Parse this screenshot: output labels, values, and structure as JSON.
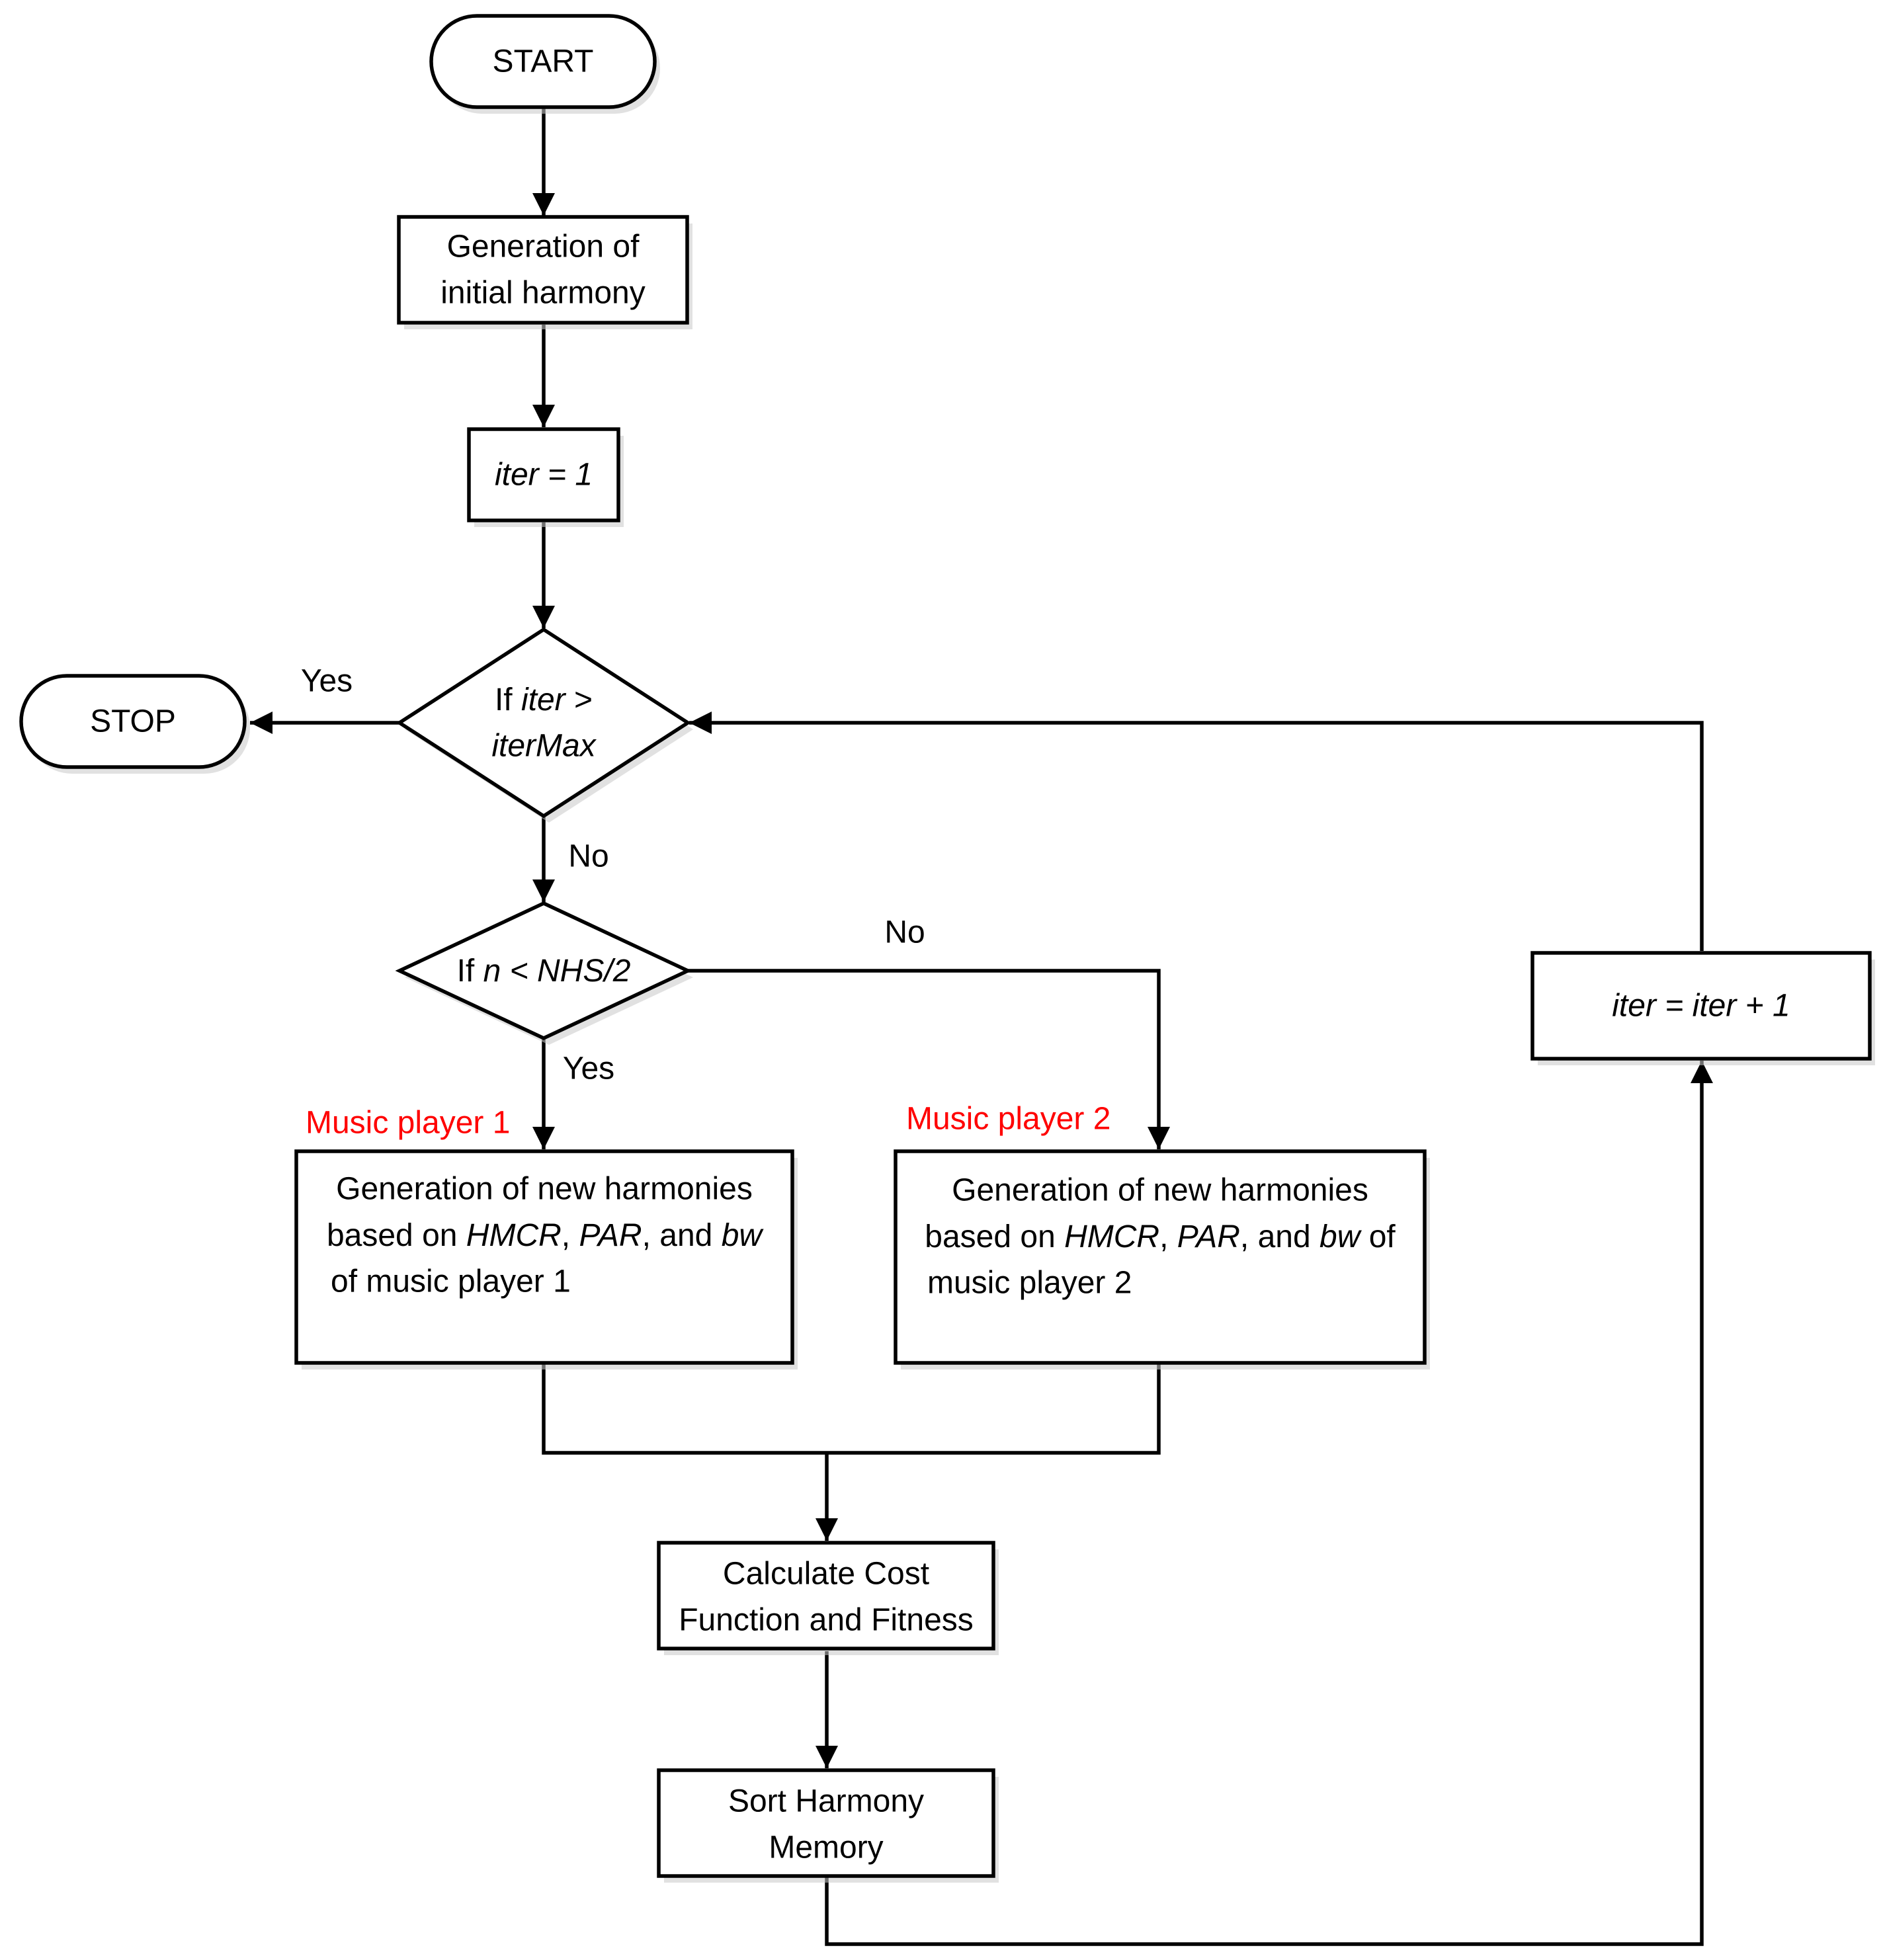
{
  "nodes": {
    "start": {
      "text": "START"
    },
    "init": {
      "line1": "Generation of",
      "line2": "initial harmony"
    },
    "iter_init": {
      "text": "iter = 1"
    },
    "cond_iter": {
      "if": "If ",
      "var": "iter",
      "gt": " >",
      "max": "iterMax"
    },
    "stop": {
      "text": "STOP"
    },
    "cond_n": {
      "if": "If ",
      "n": "n",
      "rest": " < NHS/2"
    },
    "gen1": {
      "line1": "Generation of new harmonies",
      "line2_a": "based on ",
      "hmcr": "HMCR",
      "comma1": ", ",
      "par": "PAR",
      "and": ", and ",
      "bw": "bw",
      "line3": "of music player 1"
    },
    "gen2": {
      "line1": "Generation of new harmonies",
      "line2_a": "based on ",
      "hmcr": "HMCR",
      "comma1": ", ",
      "par": "PAR",
      "and": ", and ",
      "bw": "bw",
      "of": " of",
      "line3": "music player 2"
    },
    "cost": {
      "line1": "Calculate Cost",
      "line2": "Function and Fitness"
    },
    "sort": {
      "line1": "Sort Harmony",
      "line2": "Memory"
    },
    "iter_inc": {
      "text": "iter = iter + 1"
    }
  },
  "edge_labels": {
    "yes_stop": "Yes",
    "no_down": "No",
    "no_right": "No",
    "yes_down": "Yes"
  },
  "annotations": {
    "player1": "Music player 1",
    "player2": "Music player 2"
  },
  "colors": {
    "annotation": "#ff0000",
    "stroke": "#000000",
    "fill": "#ffffff"
  }
}
